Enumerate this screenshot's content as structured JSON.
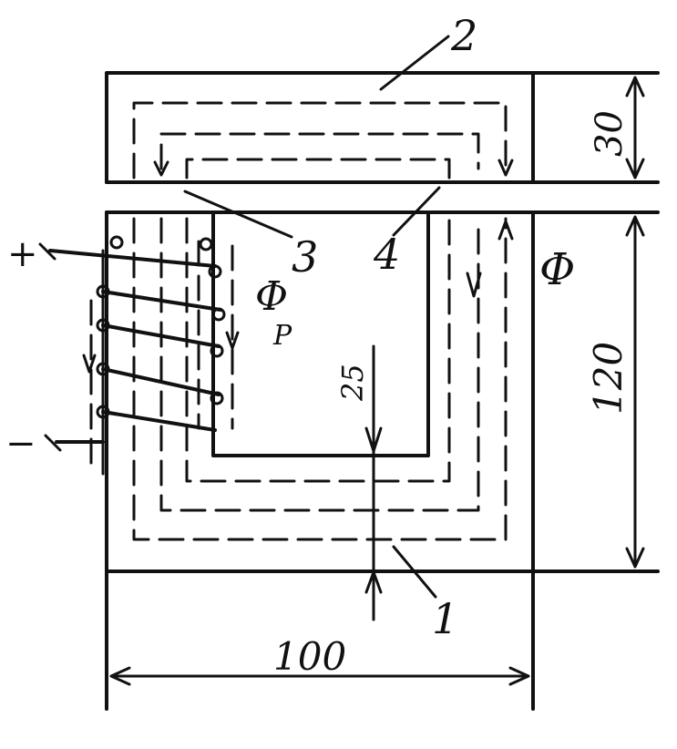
{
  "labels": {
    "part_1": "1",
    "part_2": "2",
    "part_3": "3",
    "part_4": "4",
    "flux_main": "Φ",
    "flux_leak": "Φ",
    "flux_leak_sub": "P",
    "terminal_plus": "+",
    "terminal_minus": "−"
  },
  "dimensions": {
    "width": "100",
    "height": "120",
    "yoke_thickness": "30",
    "limb_width": "25"
  }
}
